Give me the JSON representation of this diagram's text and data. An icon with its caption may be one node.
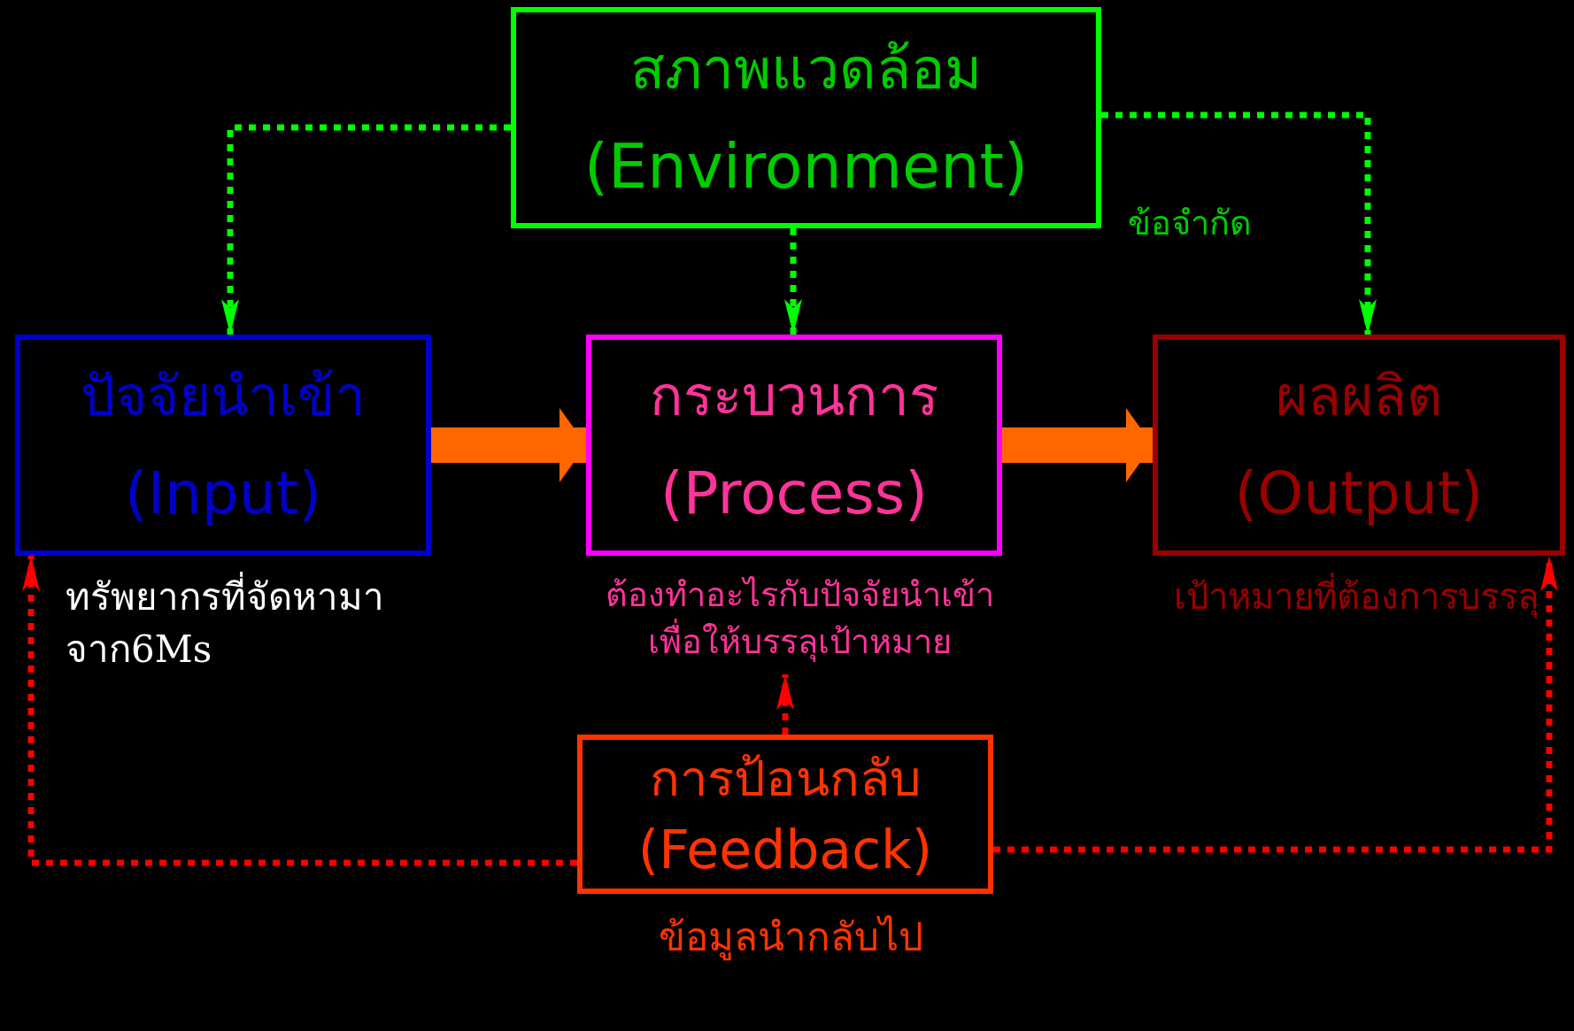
{
  "diagram": {
    "nodes": [
      {
        "text": [
          "สภาพแวดล้อม",
          "(Environment)"
        ],
        "beside": [
          "ข้อจำกัด"
        ]
      },
      {
        "text": [
          "ปัจจัยนำเข้า",
          "(Input)"
        ],
        "beside": [
          "ทรัพยากรที่จัดหามาจาก6Ms"
        ]
      },
      {
        "text": [
          "กระบวนการ",
          "(Process)"
        ],
        "beside": [
          "ต้องทำอะไรกับปัจจัยนำเข้าเพื่อให้บรรลุเป้าหมาย"
        ]
      },
      {
        "text": [
          "ผลผลิต",
          "(Output)"
        ],
        "beside": [
          "เป้าหมายที่ต้องการบรรลุ"
        ]
      },
      {
        "text": [
          "การป้อนกลับ",
          "(Feedback)"
        ],
        "beside": [
          "ข้อมูลนำกลับไป"
        ]
      }
    ],
    "edges": [
      {
        "from": 0,
        "to": 1,
        "arrow": "to",
        "style": "dashed",
        "color": "#00ff00"
      },
      {
        "from": 0,
        "to": 2,
        "arrow": "to",
        "style": "dashed",
        "color": "#00ff00"
      },
      {
        "from": 0,
        "to": 3,
        "arrow": "to",
        "style": "dashed",
        "color": "#00ff00"
      },
      {
        "from": 1,
        "to": 2,
        "arrow": "to",
        "style": "thick",
        "color": "#ff6600"
      },
      {
        "from": 2,
        "to": 3,
        "arrow": "to",
        "style": "thick",
        "color": "#ff6600"
      },
      {
        "from": 4,
        "to": 1,
        "arrow": "to",
        "style": "dashed",
        "color": "#ff0000"
      },
      {
        "from": 4,
        "to": 2,
        "arrow": "to",
        "style": "dashed",
        "color": "#ff0000"
      },
      {
        "from": 4,
        "to": 3,
        "arrow": "to",
        "style": "dashed",
        "color": "#ff0000"
      }
    ]
  }
}
